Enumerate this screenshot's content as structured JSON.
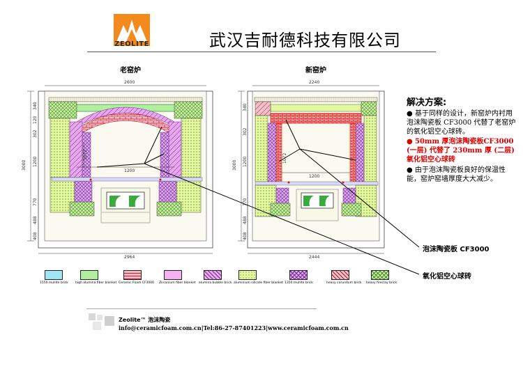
{
  "header": {
    "logo_text": "ZEOLITE",
    "company_name": "武汉吉耐德科技有限公司"
  },
  "diagram": {
    "old_kiln_label": "老窑炉",
    "new_kiln_label": "新窑炉",
    "old_kiln": {
      "width_dim": "2600",
      "height_dim": "3000",
      "inner_width_dim": "1200",
      "base_width_dim": "2964",
      "left_dims": [
        "340",
        "120",
        "302",
        "1200",
        "770",
        "488",
        "408"
      ],
      "inner_dim": "1072"
    },
    "new_kiln": {
      "width_dim": "2240",
      "height_dim": "3000",
      "inner_width_dim": "1200",
      "base_width_dim": "2444",
      "left_dims": [
        "340",
        "302",
        "1200",
        "770",
        "488",
        "408"
      ],
      "inner_dim": "1072"
    }
  },
  "solution": {
    "title": "解决方案:",
    "bullet_1": "基于同样的设计，新窑炉内衬用泡沫陶瓷板 CF3000 代替了老窑炉的氧化铝空心球砖。",
    "bullet_2": "50mm 厚泡沫陶瓷板CF3000 (一层) 代替了 230mm 厚 (二层) 氧化铝空心球砖",
    "bullet_3": "由于泡沫陶瓷板良好的保温性能，窑炉窑墙厚度大大减少。",
    "bullet_2_color": "#e00000"
  },
  "callouts": {
    "foam_board": "泡沫陶瓷板 CF3000",
    "alumina_brick": "氧化铝空心球砖"
  },
  "legend": [
    {
      "label": "1550 mullite brick",
      "color": "#9ee6f2",
      "pattern": "plain"
    },
    {
      "label": "high alumina fiber blanket",
      "color": "#aef0a0",
      "pattern": "plain"
    },
    {
      "label": "Ceramic Foam CF3000",
      "color": "#f2b8c4",
      "pattern": "brick"
    },
    {
      "label": "Zirconium fiber blanket",
      "color": "#f3b2f3",
      "pattern": "plain"
    },
    {
      "label": "alumina bubble brick",
      "color": "#e8a8f0",
      "pattern": "diag"
    },
    {
      "label": "aluminium silicate fiber blanket",
      "color": "#e2f7a0",
      "pattern": "dots"
    },
    {
      "label": "1350 mullite brick",
      "color": "#d9a8f0",
      "pattern": "cross"
    },
    {
      "label": "heavy corundum brick",
      "color": "#f1c0c8",
      "pattern": "diag"
    },
    {
      "label": "heavy fireclay brick",
      "color": "#c8f0a0",
      "pattern": "cross"
    }
  ],
  "footer": {
    "brand": "Zeolite™  泡沫陶瓷",
    "contact": "info@ceramicfoam.com.cn|Tel:86-27-87401223|www.ceramicfoam.com.cn"
  }
}
